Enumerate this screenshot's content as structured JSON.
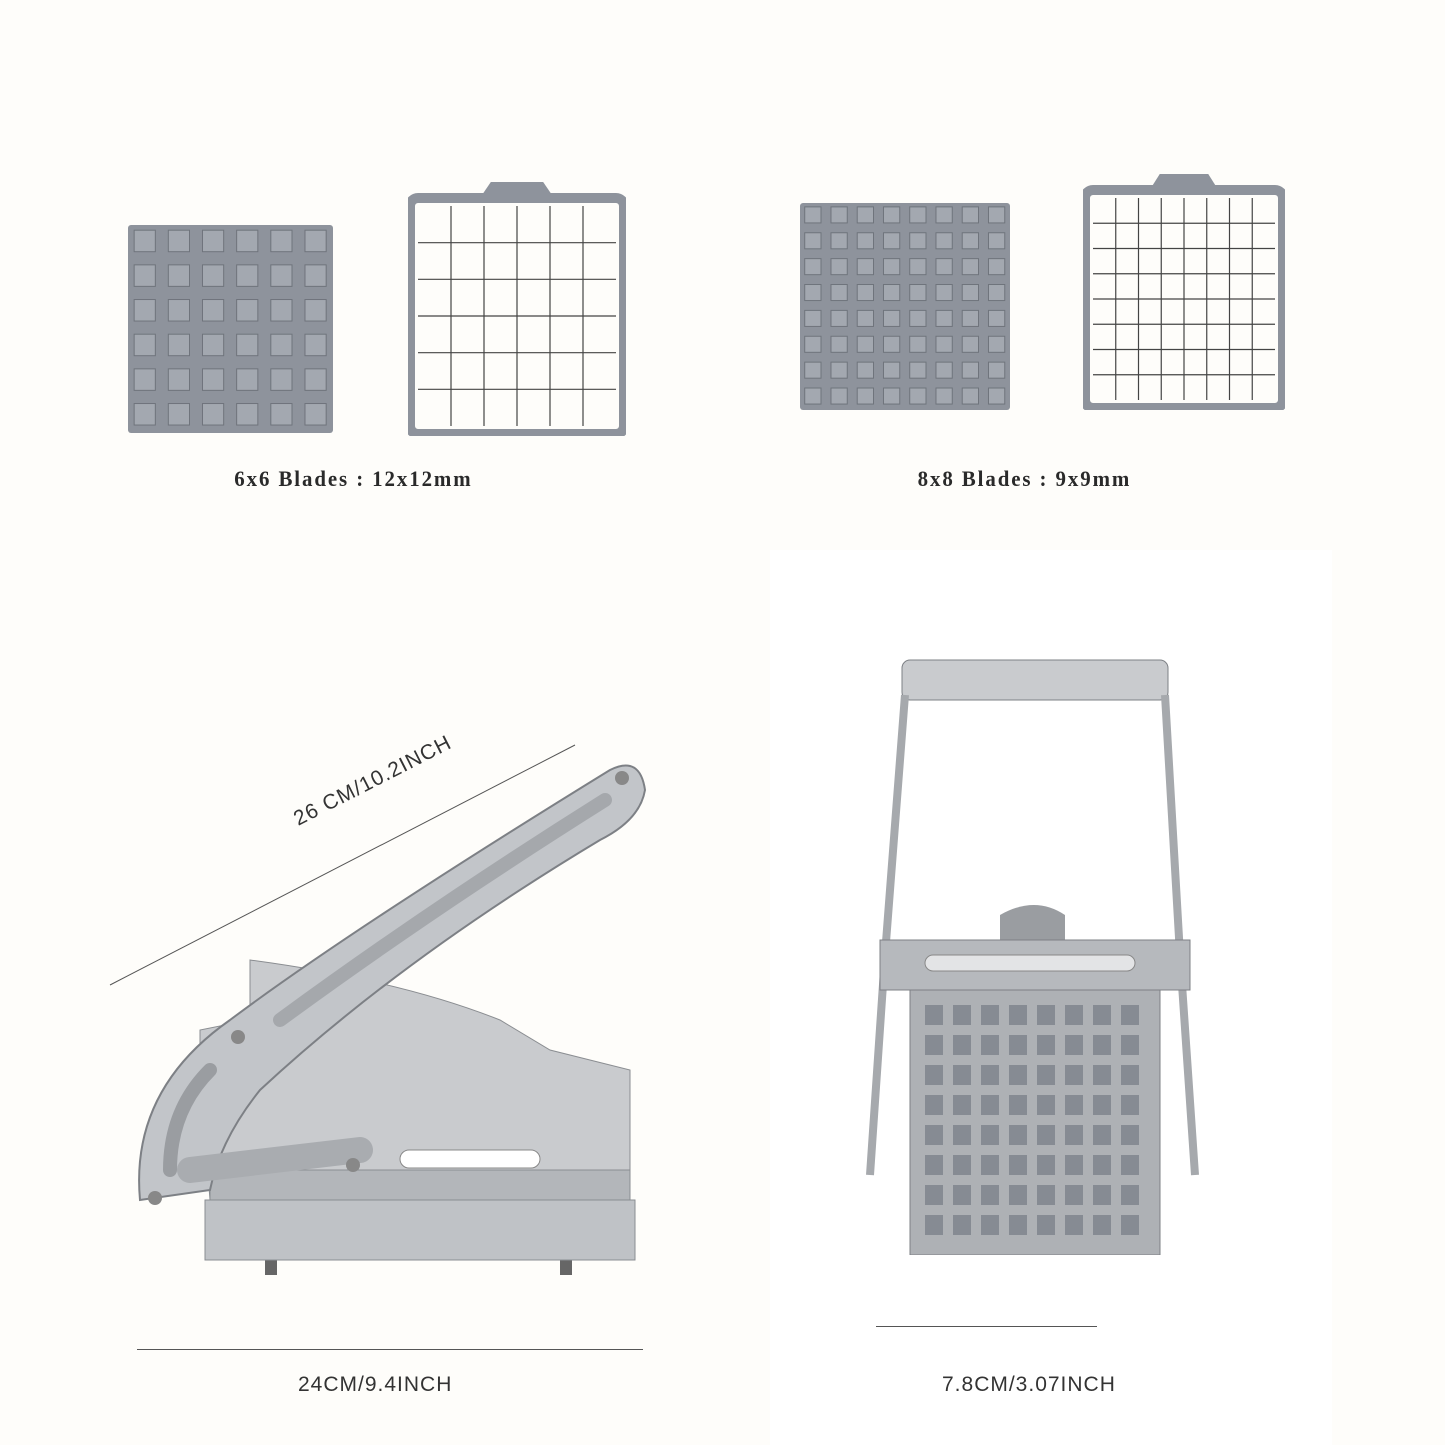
{
  "blades": [
    {
      "label": "6x6 Blades : 12x12mm",
      "grid": 6
    },
    {
      "label": "8x8 Blades : 9x9mm",
      "grid": 8
    }
  ],
  "dimensions": {
    "handle_length": "26 CM/10.2INCH",
    "base_length": "24CM/9.4INCH",
    "width": "7.8CM/3.07INCH"
  },
  "colors": {
    "plastic": "#8e939c",
    "steel": "#b9bcc0",
    "background": "#fefdfa"
  }
}
